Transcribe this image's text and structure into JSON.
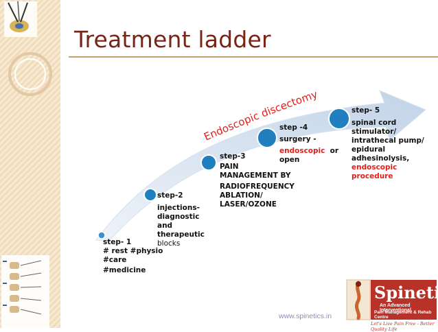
{
  "title": "Treatment ladder",
  "curve_label": "Endoscopic discectomy",
  "steps": {
    "s1": {
      "heading": "step- 1",
      "l1": "# rest #physio",
      "l2": "#care",
      "l3": "#medicine"
    },
    "s2": {
      "heading": "step-2",
      "l1": "injections-",
      "l2": "diagnostic",
      "l3": "and",
      "l4": "therapeutic",
      "l5": "blocks"
    },
    "s3": {
      "heading": "step-3",
      "l1": "PAIN",
      "l2": "MANAGEMENT BY",
      "l3": "RADIOFREQUENCY",
      "l4": "ABLATION/",
      "l5": "LASER/OZONE"
    },
    "s4": {
      "heading": "step -4",
      "l1": "surgery -",
      "l2_red": "endoscopic",
      "l2_rest": "  or",
      "l3": "open"
    },
    "s5": {
      "heading": "step- 5",
      "l1": "spinal cord",
      "l2": "stimulator/",
      "l3": "intrathecal pump/",
      "l4": "epidural",
      "l5": "adhesinolysis,",
      "l6_red": "endoscopic",
      "l7_red": "procedure"
    }
  },
  "footer": {
    "url": "www.spinetics.in"
  },
  "logo": {
    "brand": "Spinetics",
    "tag1": "An Advanced Interventional",
    "tag2": "Pain Management & Rehab Centre",
    "slogan": "Let's Live Pain Free - Better Quality Life"
  },
  "colors": {
    "title": "#7a2418",
    "arrow": "#c9d9ea",
    "dot": "#1f7fbf",
    "curve_label": "#e0201a",
    "accent_red": "#e0201a",
    "logo_bg": "#b8322a"
  }
}
